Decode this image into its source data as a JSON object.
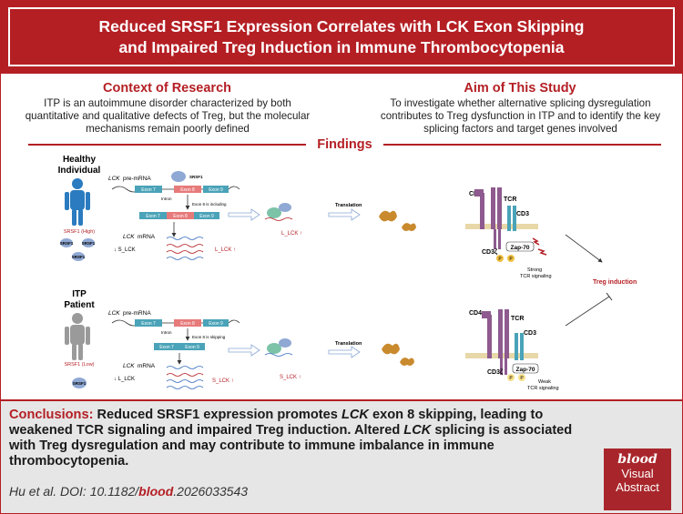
{
  "header": {
    "title_line1": "Reduced SRSF1 Expression Correlates with LCK Exon Skipping",
    "title_line2": "and Impaired Treg Induction in Immune Thrombocytopenia"
  },
  "context": {
    "title": "Context of Research",
    "body": "ITP is an autoimmune disorder characterized by both quantitative and qualitative defects of Treg, but the molecular mechanisms remain poorly defined"
  },
  "aim": {
    "title": "Aim of This Study",
    "body": "To investigate whether alternative splicing dysregulation contributes to Treg dysfunction in ITP and to identify the key splicing factors and target genes involved"
  },
  "findings": {
    "title": "Findings"
  },
  "diagram": {
    "healthy_label_1": "Healthy",
    "healthy_label_2": "Individual",
    "srsf1_high": "SRSF1 (High)",
    "srsf1": "SRSF1",
    "lck_premrna": "LCK",
    "premrna": "pre-mRNA",
    "exon7": "Exon 7",
    "exon8": "Exon 8",
    "exon9": "Exon 9",
    "intron": "Intron",
    "exon8_including": "Exon 8 is including",
    "exon8_skipping": "Exon 8 is skipping",
    "lck_mrna": "LCK",
    "mrna": "mRNA",
    "s_lck": "S_LCK",
    "l_lck": "L_LCK",
    "translation": "Translation",
    "cd4": "CD4",
    "tcr": "TCR",
    "cd3": "CD3",
    "cd3z": "CD3ζ",
    "zap70": "Zap-70",
    "p": "P",
    "strong_1": "Strong",
    "strong_2": "TCR signaling",
    "weak_1": "Weak",
    "weak_2": "TCR signaling",
    "treg_induction": "Treg induction",
    "itp_label_1": "ITP",
    "itp_label_2": "Patient",
    "srsf1_low": "SRSF1 (Low)",
    "colors": {
      "accent": "#b41f24",
      "exon_blue": "#4aa3b8",
      "exon_red": "#e77a7a",
      "person_blue": "#2a7bbf",
      "person_gray": "#9a9a9a",
      "protein": "#c98a2e",
      "receptor": "#8e5a8f"
    }
  },
  "conclusion": {
    "lead": "Conclusions:",
    "t1": " Reduced SRSF1 expression promotes ",
    "lck1": "LCK",
    "t2": " exon 8 skipping, leading to weakened TCR signaling and impaired Treg induction. Altered ",
    "lck2": "LCK",
    "t3": " splicing is associated with Treg dysregulation and may contribute to immune imbalance in immune thrombocytopenia.",
    "citation_prefix": "Hu et al. DOI: 10.1182/",
    "citation_journal": "blood",
    "citation_suffix": ".2026033543"
  },
  "badge": {
    "line1": "blood",
    "line2": "Visual",
    "line3": "Abstract"
  }
}
